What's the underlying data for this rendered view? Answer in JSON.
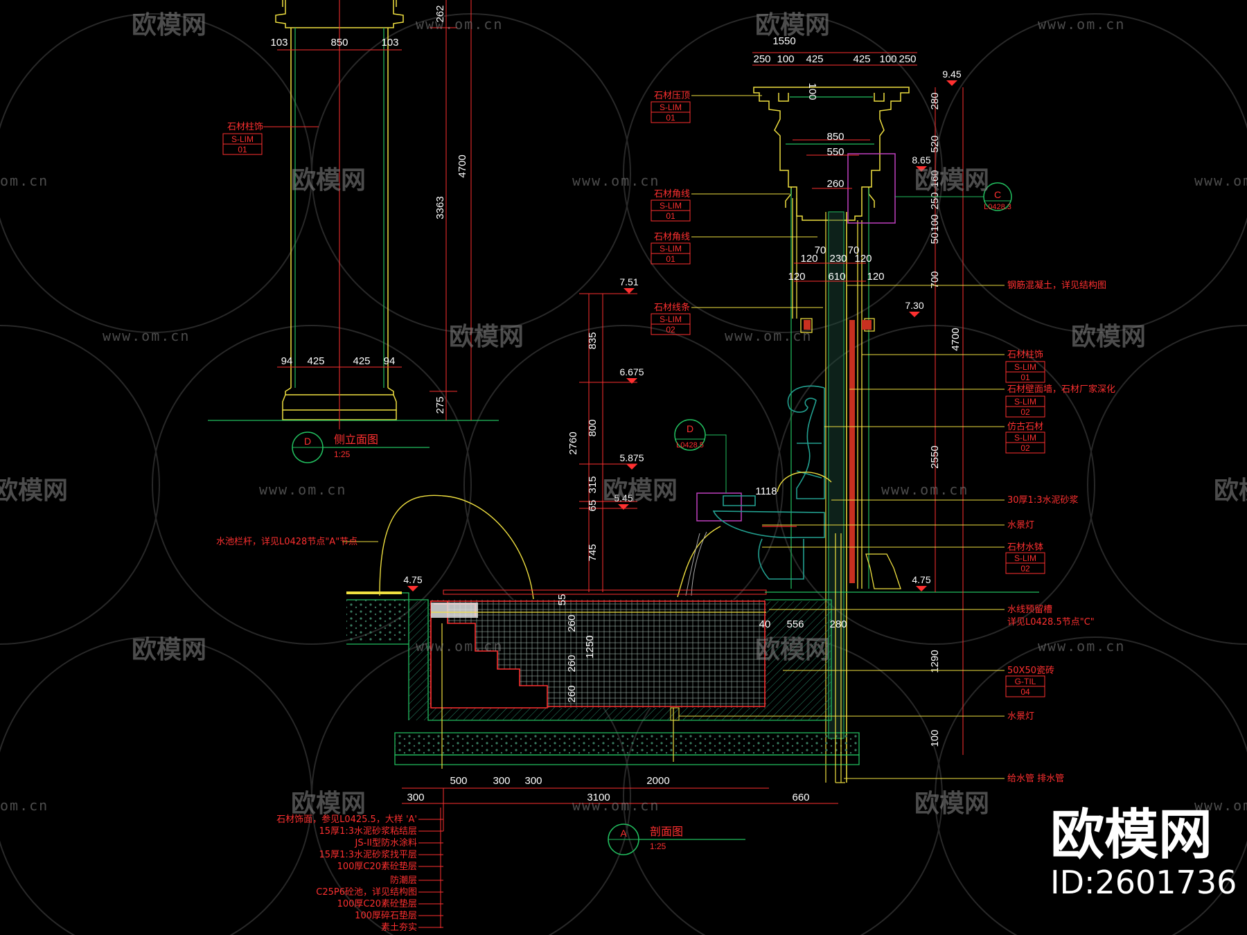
{
  "drawing": {
    "side_elevation": {
      "title": "侧立面图",
      "scale": "1:25",
      "marker": "D",
      "dims_top": [
        "103",
        "850",
        "103"
      ],
      "dims_bottom": [
        "94",
        "425",
        "425",
        "94"
      ],
      "dims_right": [
        "262",
        "3363",
        "275"
      ],
      "dim_total": "4700",
      "label": {
        "text": "石材柱饰",
        "code": "S-LIM",
        "num": "01"
      }
    },
    "section": {
      "title": "剖面图",
      "scale": "1:25",
      "marker": "A",
      "dims_top_total": "1550",
      "dims_top": [
        "250",
        "100",
        "425",
        "425",
        "100",
        "250"
      ],
      "dims_inner": [
        "850",
        "550",
        "260"
      ],
      "dims_row_a": [
        "120",
        "230",
        "120"
      ],
      "dims_row_a_small": [
        "70",
        "70"
      ],
      "dims_row_b": [
        "120",
        "610",
        "120"
      ],
      "dim_100": "100",
      "dims_right": [
        "280",
        "520",
        "160",
        "250",
        "100",
        "50",
        "700",
        "4700",
        "2550",
        "1290",
        "100"
      ],
      "dims_left": [
        "835",
        "800",
        "315",
        "65",
        "745",
        "2760"
      ],
      "dim_1118": "1118",
      "pool_dims": [
        "55",
        "260",
        "260",
        "260",
        "1250"
      ],
      "dims_pool_side": [
        "40",
        "556",
        "280"
      ],
      "dims_bottom_row1": [
        "500",
        "300",
        "300",
        "2000"
      ],
      "dims_bottom_row2": [
        "300",
        "3100",
        "660"
      ],
      "levels": [
        "9.45",
        "8.65",
        "7.51",
        "7.30",
        "6.675",
        "5.875",
        "5.45",
        "4.75",
        "4.75"
      ],
      "callout_c": {
        "letter": "C",
        "ref": "L0428.3"
      },
      "callout_d": {
        "letter": "D",
        "ref": "L0428.5"
      },
      "left_labels": [
        {
          "text": "石材压顶",
          "code": "S-LIM",
          "num": "01"
        },
        {
          "text": "石材角线",
          "code": "S-LIM",
          "num": "01"
        },
        {
          "text": "石材角线",
          "code": "S-LIM",
          "num": "01"
        },
        {
          "text": "石材线条",
          "code": "S-LIM",
          "num": "02"
        }
      ],
      "right_notes": [
        "钢筋混凝土，详见结构图",
        "石材柱饰",
        "石材壁面墙，石材厂家深化",
        "仿古石材",
        "30厚1:3水泥砂浆",
        "水景灯",
        "石材水钵",
        "水线预留槽",
        "详见L0428.5节点\"C\"",
        "50X50瓷砖",
        "水景灯",
        "给水管 排水管"
      ],
      "right_tags": [
        {
          "code": "S-LIM",
          "num": "01"
        },
        {
          "code": "S-LIM",
          "num": "02"
        },
        {
          "code": "S-LIM",
          "num": "02"
        },
        {
          "code": "S-LIM",
          "num": "02"
        },
        {
          "code": "G-TIL",
          "num": "04"
        }
      ],
      "railing_note": "水池栏杆，详见L0428节点\"A\"节点",
      "layer_notes": [
        "石材饰面，参见L0425.5，大样 'A'",
        "15厚1:3水泥砂浆粘结层",
        "JS-II型防水涂料",
        "15厚1:3水泥砂浆找平层",
        "100厚C20素砼垫层",
        "防潮层",
        "C25P6砼池，详见结构图",
        "100厚C20素砼垫层",
        "100厚碎石垫层",
        "素土夯实"
      ]
    }
  },
  "watermark": {
    "brand": "欧模网",
    "url": "www.om.cn",
    "url_short": "om.cn",
    "id_text": "ID:2601736"
  }
}
